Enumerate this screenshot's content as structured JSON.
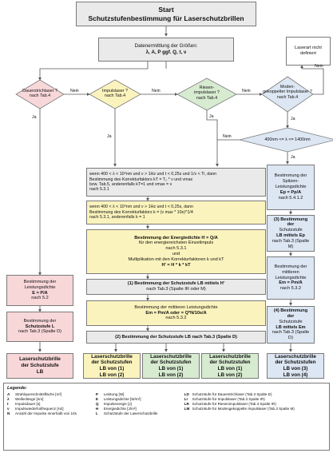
{
  "start": {
    "line1": "Start",
    "line2": "Schutzstufenbestimmung für Laserschutzbrillen"
  },
  "data_box": {
    "line1": "Datenermittlung der Größen:",
    "line2": "λ, A, P ggf. Q, t, ν"
  },
  "not_defined": {
    "line1": "Laserart nicht",
    "line2": "definiert"
  },
  "diamonds": {
    "dauer": {
      "line1": "Dauerstrichlaser ?",
      "line2": "nach Tab.4"
    },
    "impuls": {
      "line1": "Impulslaser ?",
      "line2": "nach Tab.4"
    },
    "riesen": {
      "line1": "Riesen-",
      "line2": "impulslaser ?",
      "line3": "nach Tab.4"
    },
    "moden": {
      "line1": "Moden-",
      "line2": "gekoppelter Impulslaser ?",
      "line3": "nach Tab.4"
    },
    "wave": {
      "line1": "400nm <= λ <= 1400nm"
    }
  },
  "labels": {
    "ja": "Ja",
    "nein": "Nein"
  },
  "corr_box": {
    "l1": "wenn 400 < λ < 10⁶nm und ν > 1Hz und t < 0,25s und 1/ν < Ti, dann",
    "l2": "Bestimmung des Korrekturfaktors kT = T₂ * ν und νmax",
    "l3": "bzw. Tab.5, anderenfalls kT=1 und νmax = ν",
    "l4": "nach 5.3.1"
  },
  "corr2_box": {
    "l1": "wenn 400 < λ < 10⁶nm und ν > 1Hz und t < 0,25s, dann",
    "l2": "Bestimmung des Korrekturfaktors k = (ν max * 10s)^1/4",
    "l3": "nach 5.3.1, anderenfalls k = 1"
  },
  "energy_box": {
    "l1": "Bestimmung der Energiedichte H = Q/A",
    "l2": "für den energiereichsten Einzelimpuls",
    "l3": "nach 5.3.1",
    "l4": "und",
    "l5": "Multiplikation mit den Korrekturfaktoren k und kT",
    "l6": "H' = H * k * kT"
  },
  "step1_box": {
    "l1": "(1) Bestimmung der Schutzstufe LB mittels H'",
    "l2": "nach Tab.3 (Spalte IR oder M)"
  },
  "mean_box": {
    "l1": "Bestimmung der mittleren Leistungsdichte",
    "l2": "Em = Pm/A oder = Q*N/10s/A",
    "l3": "nach 5.3.2"
  },
  "step2_box": {
    "l1": "(2) Bestimmung der Schutzstufe LB nach Tab.3 (Spalte D)"
  },
  "left_col": {
    "b1": {
      "l1": "Bestimmung der",
      "l2": "Leistungsdichte",
      "l3": "E = P/A",
      "l4": "nach 5.2"
    },
    "b2": {
      "l1": "Bestimmung der",
      "l2": "Schutzstufe L",
      "l3": "nach Tab.3 (Spalte D)"
    },
    "res": {
      "l1": "Laserschutzbrille",
      "l2": "der Schutzstufe",
      "l3": "LB"
    }
  },
  "right_col": {
    "b1": {
      "l1": "Bestimmung der",
      "l2": "Spitzen-",
      "l3": "Leistungsdichte",
      "l4": "Ep = Pp/A",
      "l5": "nach 5.4.1.2"
    },
    "b2": {
      "l1": "(3) Bestimmung der",
      "l2": "Schutzstufe",
      "l3": "LB mittels Ep",
      "l4": "nach Tab.3 (Spalte M)"
    },
    "b3": {
      "l1": "Bestimmung der",
      "l2": "mittleren",
      "l3": "Leistungsdichte",
      "l4": "Em = Pm/A",
      "l5": "nach 5.3.2"
    },
    "b4": {
      "l1": "(4) Bestimmung der",
      "l2": "Schutzstufe",
      "l3": "LB mittels Em",
      "l4": "nach Tab.3 (Spalte D)"
    }
  },
  "results": [
    {
      "l1": "Laserschutzbrille",
      "l2": "der Schutzstufen",
      "l3": "LB von (1)",
      "l4": "LB von (2)"
    },
    {
      "l1": "Laserschutzbrille",
      "l2": "der Schutzstufen",
      "l3": "LB von (1)",
      "l4": "LB von (2)"
    },
    {
      "l1": "Laserschutzbrille",
      "l2": "der Schutzstufen",
      "l3": "LB von (1)",
      "l4": "LB von (2)"
    },
    {
      "l1": "Laserschutzbrille",
      "l2": "der Schutzstufen",
      "l3": "LB von (3)",
      "l4": "LB von (4)"
    }
  ],
  "legend": {
    "title": "Legende:",
    "col1": [
      {
        "sym": "A",
        "text": "Strahlquerschnittsfläche [m²]"
      },
      {
        "sym": "λ",
        "text": "Wellenlänge [nm]"
      },
      {
        "sym": "t",
        "text": "Impulsdauer [s]"
      },
      {
        "sym": "ν",
        "text": "Impulswiederholfrequenz [Hz]"
      },
      {
        "sym": "N",
        "text": "Anzahl der Impulse innerhalb von 10s"
      }
    ],
    "col2": [
      {
        "sym": "P",
        "text": "Leistung [W]"
      },
      {
        "sym": "E",
        "text": "Leistungsdichte [W/m²]"
      },
      {
        "sym": "Q",
        "text": "Impulsenergie [J]"
      },
      {
        "sym": "H",
        "text": "Energiedichte [J/m²]"
      },
      {
        "sym": "L",
        "text": "Schutzstufe der Laserschutzbrille"
      }
    ],
    "col3": [
      {
        "sym": "LD",
        "text": "Schutzstufe für Dauerstrichlaser (Tab.3 Spalte D)"
      },
      {
        "sym": "LI",
        "text": "Schutzstufe für Impulslaser (Tab.3 Spalte IR)"
      },
      {
        "sym": "LR",
        "text": "Schutzstufe für Riesenimpulslaser (Tab.3 Spalte IR)"
      },
      {
        "sym": "LM",
        "text": "Schutzstufe für Modengekoppelte Impulslaser (Tab.3 Spalte M)"
      }
    ]
  }
}
